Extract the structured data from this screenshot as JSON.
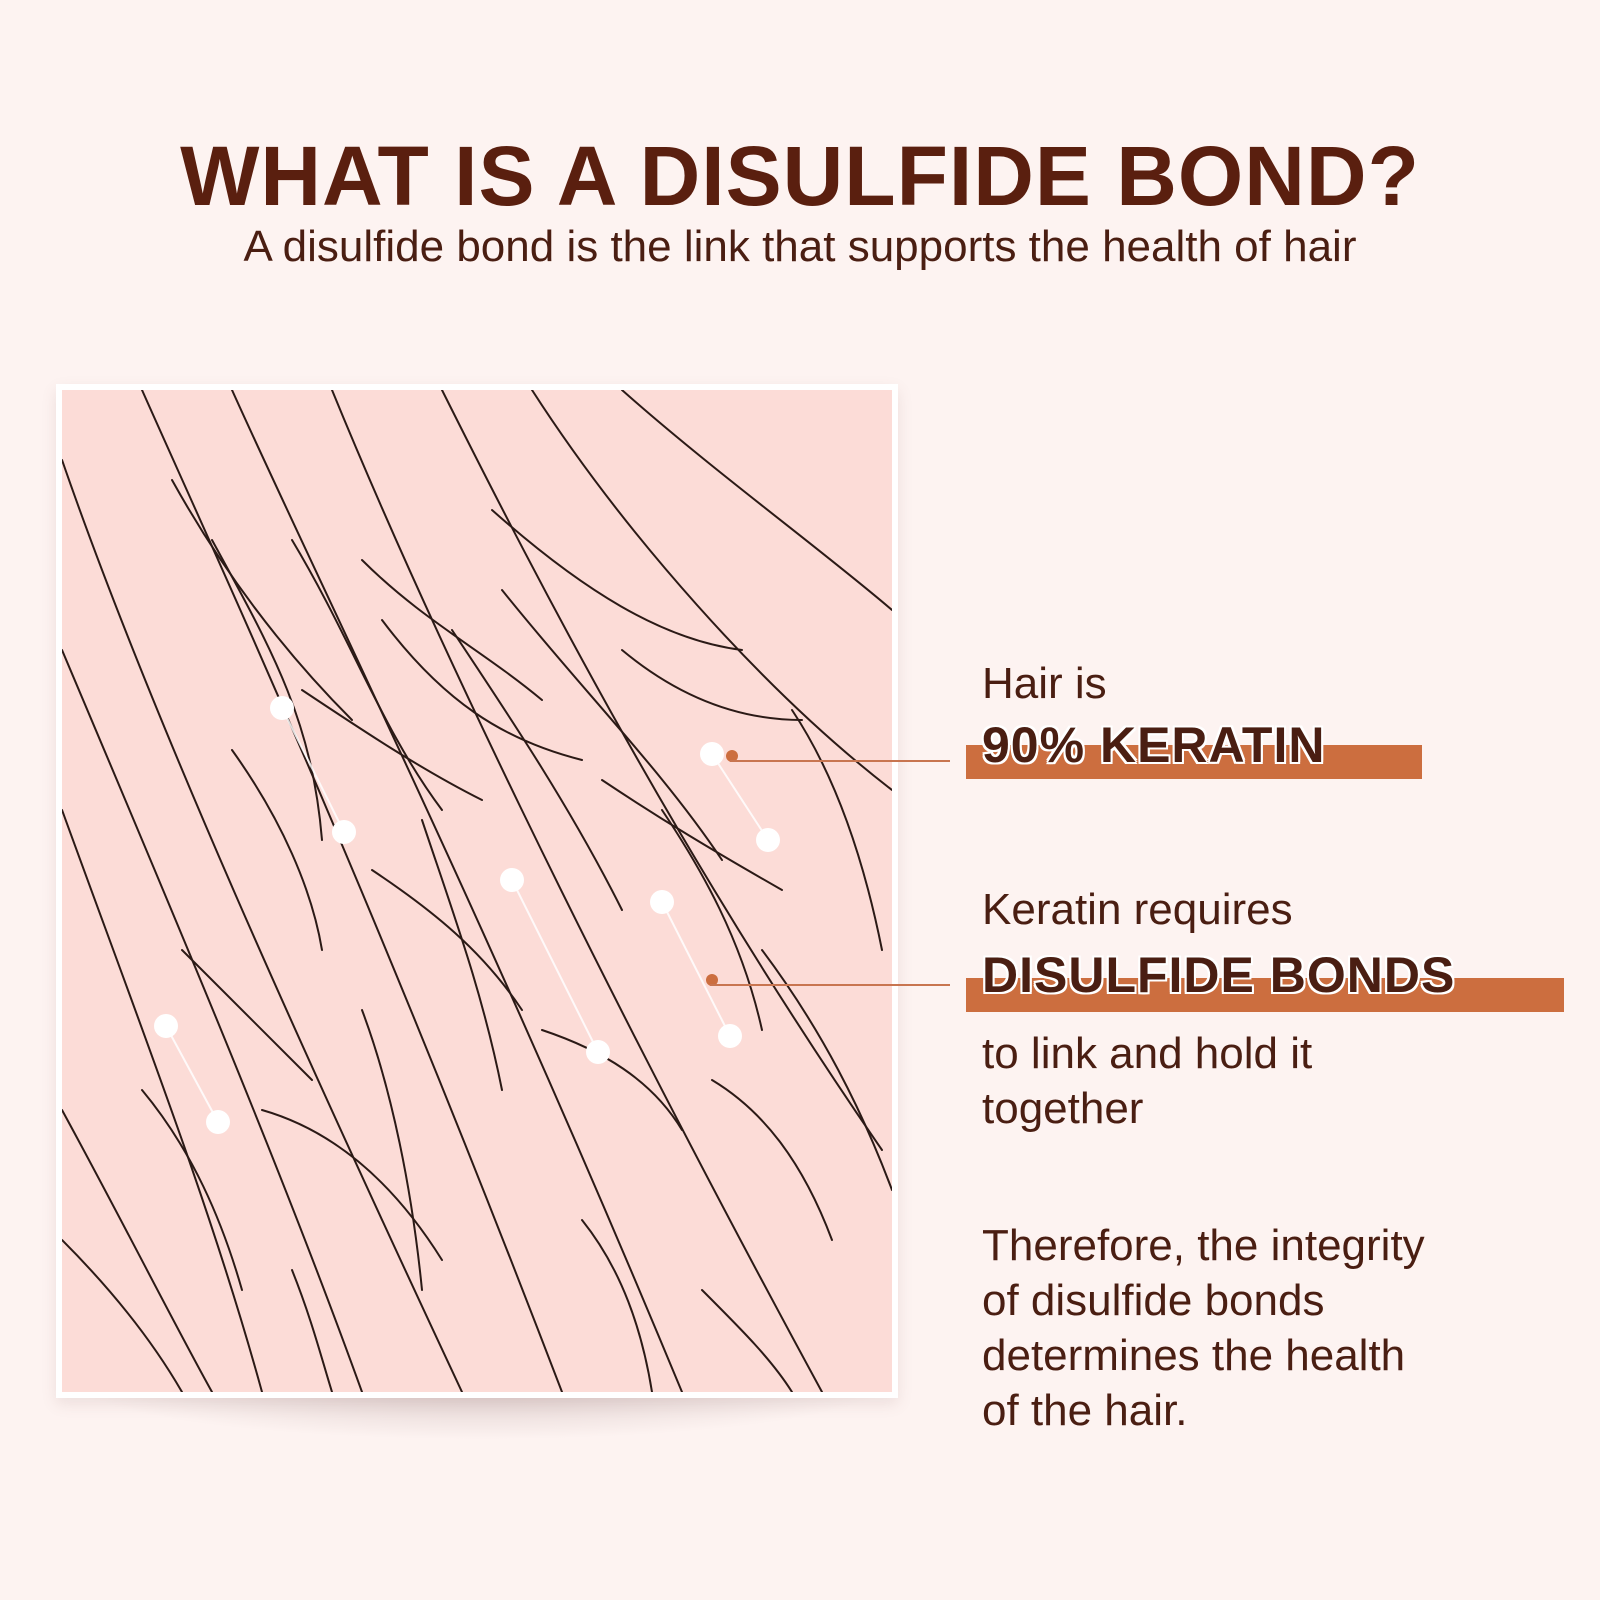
{
  "header": {
    "title": "WHAT IS A DISULFIDE BOND?",
    "subtitle": "A disulfide bond is the link that supports the health of hair"
  },
  "callouts": [
    {
      "lead": "Hair is",
      "highlight": "90% KERATIN"
    },
    {
      "lead": "Keratin requires",
      "highlight": "DISULFIDE BONDS",
      "tail_lines": [
        "to link and hold it",
        "together"
      ]
    }
  ],
  "conclusion": {
    "lines": [
      "Therefore, the integrity",
      "of disulfide bonds",
      "determines the health",
      "of the hair."
    ]
  },
  "colors": {
    "title": "#5a1f0f",
    "panel_bg": "#fcdcd7",
    "hair_stroke": "#2b1a16",
    "accent": "#cc6e3f"
  }
}
